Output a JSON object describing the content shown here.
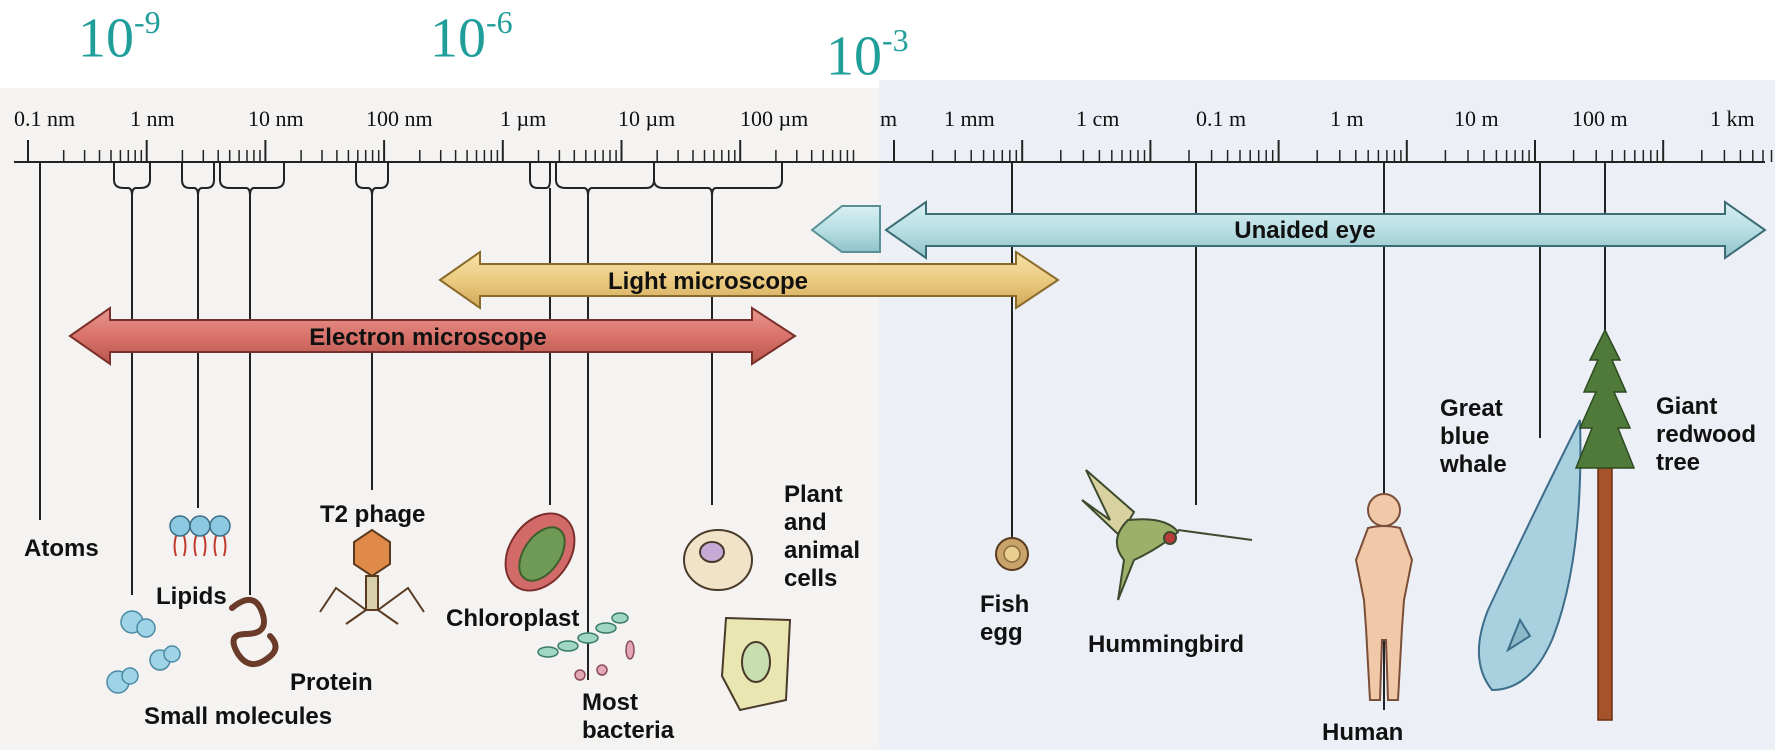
{
  "headings": {
    "h9": {
      "base": "10",
      "exp": "-9"
    },
    "h6": {
      "base": "10",
      "exp": "-6"
    },
    "h3": {
      "base": "10",
      "exp": "-3"
    }
  },
  "colors": {
    "heading": "#1f9e9a",
    "electron": "#d9736b",
    "light": "#eccb80",
    "eye": "#b9dfe4",
    "panel_left": "#f4f3f1",
    "panel_right": "#eceff5"
  },
  "scale_left": [
    "0.1 nm",
    "1 nm",
    "10 nm",
    "100 nm",
    "1 µm",
    "10 µm",
    "100 µm"
  ],
  "scale_right_partial": "m",
  "scale_right": [
    "1 mm",
    "1 cm",
    "0.1 m",
    "1 m",
    "10 m",
    "100 m",
    "1 km"
  ],
  "arrows": {
    "electron": "Electron microscope",
    "light": "Light microscope",
    "eye": "Unaided eye"
  },
  "items": {
    "atoms": "Atoms",
    "lipids": "Lipids",
    "small_molecules": "Small molecules",
    "protein": "Protein",
    "t2_phage": "T2 phage",
    "chloroplast": "Chloroplast",
    "bacteria_1": "Most",
    "bacteria_2": "bacteria",
    "cells_1": "Plant",
    "cells_2": "and",
    "cells_3": "animal",
    "cells_4": "cells",
    "fish_egg_1": "Fish",
    "fish_egg_2": "egg",
    "hummingbird": "Hummingbird",
    "human": "Human",
    "whale_1": "Great",
    "whale_2": "blue",
    "whale_3": "whale",
    "redwood_1": "Giant",
    "redwood_2": "redwood",
    "redwood_3": "tree"
  }
}
